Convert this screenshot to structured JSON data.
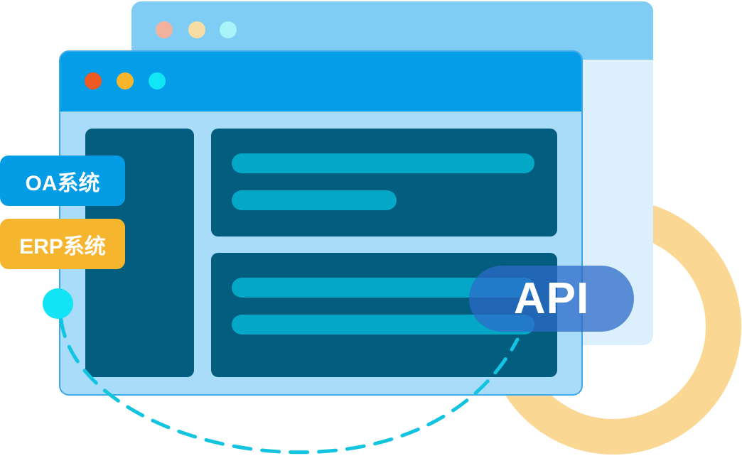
{
  "tags": {
    "oa": "OA系统",
    "erp": "ERP系统"
  },
  "api": {
    "label": "API"
  },
  "colors": {
    "brand_blue": "#039de8",
    "light_blue": "#a9dcf8",
    "dark_panel": "#035d7e",
    "bar_cyan": "#04a8c6",
    "ring_yellow": "#f8ca6e",
    "tag_yellow": "#f6b52e",
    "connector_cyan": "#12c4e0"
  }
}
